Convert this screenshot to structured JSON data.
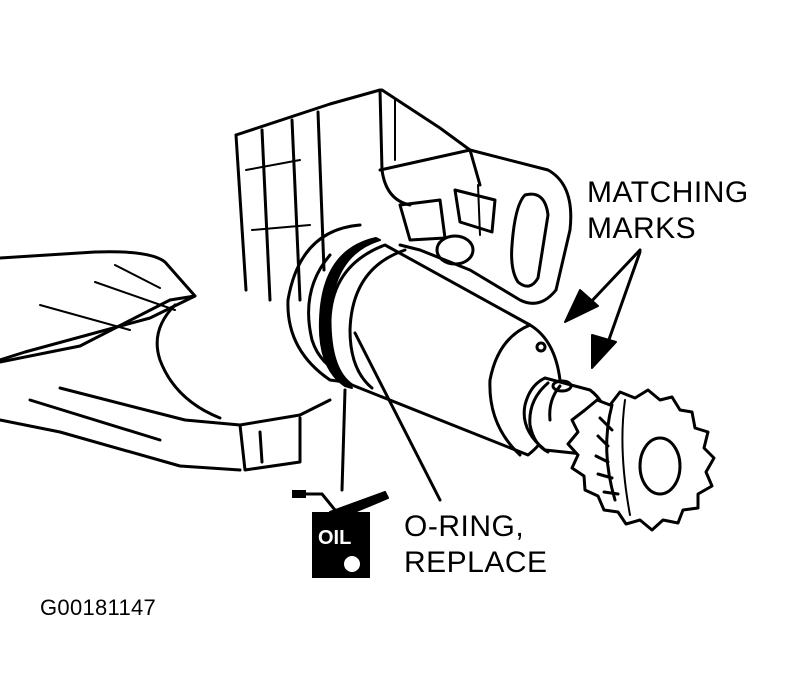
{
  "diagram": {
    "labels": {
      "matching_marks_line1": "MATCHING",
      "matching_marks_line2": "MARKS",
      "o_ring_line1": "O-RING,",
      "o_ring_line2": "REPLACE",
      "oil_can_text": "OIL"
    },
    "figure_id": "G00181147"
  }
}
